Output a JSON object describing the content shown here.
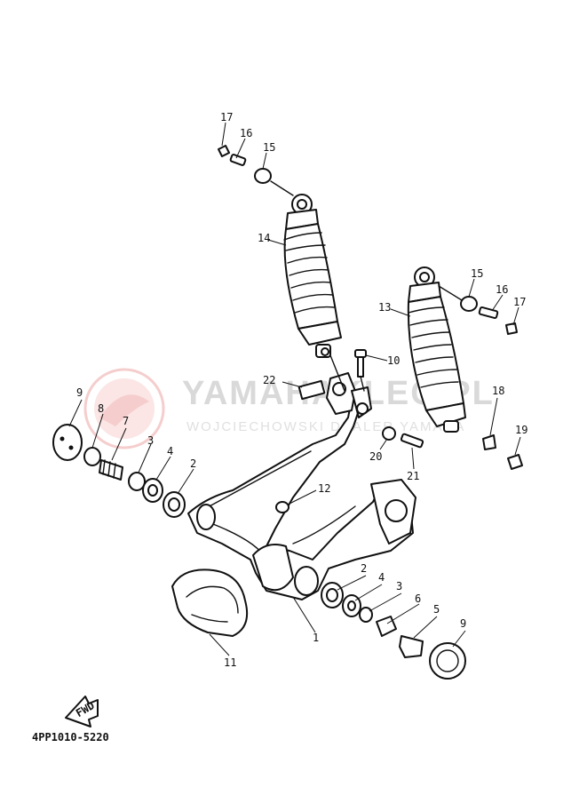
{
  "watermark": {
    "title": "YAMAHAKLEC.PL",
    "subtitle": "WOJCIECHOWSKI  DEALER YAMAHA",
    "color": "#e57373"
  },
  "diagram_code": "4PP1010-5220",
  "fwd_label": "FWD",
  "callouts": [
    "1",
    "2",
    "2",
    "3",
    "3",
    "4",
    "4",
    "5",
    "6",
    "7",
    "8",
    "9",
    "9",
    "10",
    "11",
    "12",
    "13",
    "14",
    "15",
    "15",
    "16",
    "16",
    "17",
    "17",
    "18",
    "19",
    "20",
    "21",
    "22"
  ]
}
